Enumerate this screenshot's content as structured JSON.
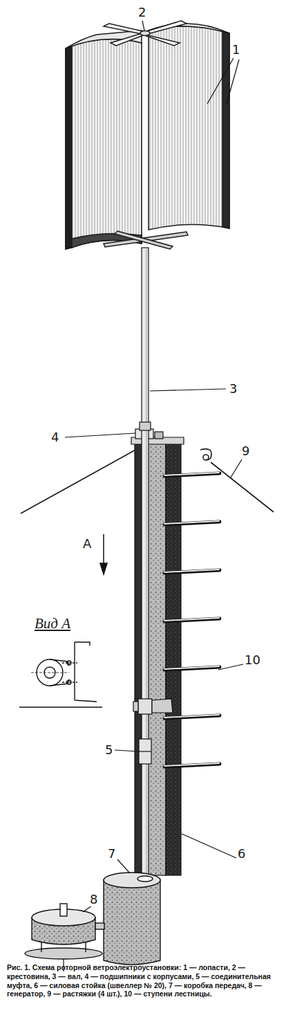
{
  "diagram": {
    "caption": "Рис. 1. Схема роторной ветроэлектроустановки: 1 — лопасти, 2 — крестовина, 3 — вал, 4 — подшипники с корпусами, 5 — соединительная муфта, 6 — силовая стойка (швеллер № 20), 7 — коробка передач, 8 — генератор, 9 — растяжки (4 шт.), 10 — ступени лестницы.",
    "labels": [
      "1",
      "2",
      "3",
      "4",
      "9",
      "A",
      "Вид А",
      "5",
      "10",
      "6",
      "7",
      "8"
    ]
  }
}
